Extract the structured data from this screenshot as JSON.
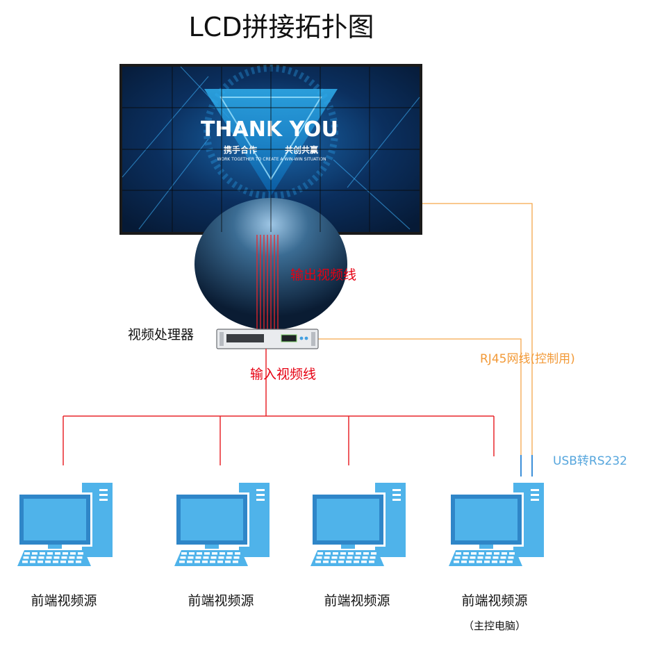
{
  "title": "LCD拼接拓扑图",
  "video_wall": {
    "headline": "THANK YOU",
    "slogan_left": "携手合作",
    "slogan_right": "共创共赢",
    "tagline": "WORK TOGETHER TO CREATE A WIN-WIN SITUATION"
  },
  "labels": {
    "output_cable": "输出视频线",
    "processor": "视频处理器",
    "input_cable": "输入视频线",
    "rj45": "RJ45网线(控制用)",
    "usb": "USB转RS232"
  },
  "sources": [
    {
      "label": "前端视频源",
      "sub": ""
    },
    {
      "label": "前端视频源",
      "sub": ""
    },
    {
      "label": "前端视频源",
      "sub": ""
    },
    {
      "label": "前端视频源",
      "sub": "（主控电脑）"
    }
  ],
  "colors": {
    "red_line": "#e8262b",
    "orange_line": "#f5a64a",
    "blue_line": "#3c8fd8",
    "pc_blue": "#4fb3ea",
    "pc_dark": "#2f86c8",
    "red_text": "#e60012",
    "orange_text": "#f29a38",
    "blue_text": "#56a6dd"
  }
}
